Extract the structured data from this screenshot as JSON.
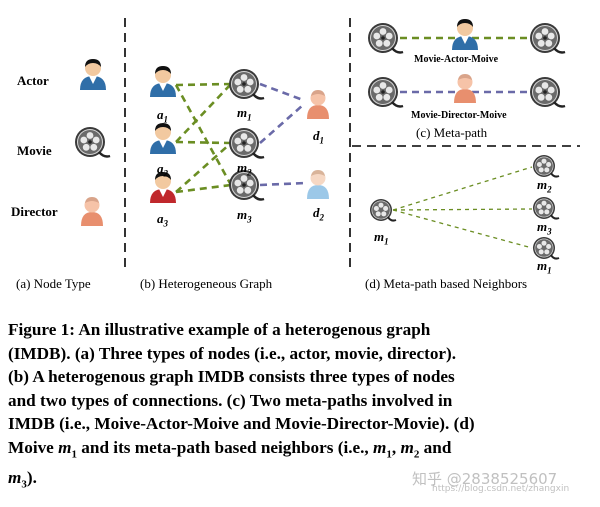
{
  "panels": {
    "a": {
      "caption": "(a) Node Type",
      "types": [
        "Actor",
        "Movie",
        "Director"
      ]
    },
    "b": {
      "caption": "(b) Heterogeneous Graph",
      "actors": [
        "a1",
        "a2",
        "a3"
      ],
      "movies": [
        "m1",
        "m2",
        "m3"
      ],
      "directors": [
        "d1",
        "d2"
      ]
    },
    "c": {
      "caption": "(c) Meta-path",
      "paths": [
        "Movie-Actor-Moive",
        "Movie-Director-Moive"
      ]
    },
    "d": {
      "caption": "(d) Meta-path based Neighbors",
      "center": "m1",
      "neighbors": [
        "m2",
        "m3",
        "m1"
      ]
    }
  },
  "caption": {
    "line1": "Figure 1: An illustrative example of a heterogenous graph",
    "line2": "(IMDB). (a) Three types of nodes (i.e., actor, movie, director).",
    "line3": "(b) A heterogenous graph IMDB consists three types of nodes",
    "line4": "and two types of connections. (c) Two meta-paths involved in",
    "line5": "IMDB (i.e., Moive-Actor-Moive and Movie-Director-Movie). (d)",
    "line6_a": "Moive ",
    "line6_m1": "m",
    "line6_s1": "1",
    "line6_b": " and its meta-path based neighbors (i.e., ",
    "line6_m2": "m",
    "line6_s2": "1",
    "line6_c": ", ",
    "line6_m3": "m",
    "line6_s3": "2",
    "line6_d": " and",
    "line7_m": "m",
    "line7_s": "3",
    "line7_e": ")."
  },
  "watermark": {
    "text": "知乎 @2838525607",
    "url": "https://blog.csdn.net/zhangxin"
  },
  "colors": {
    "actor_edge": "#6b8e23",
    "director_edge": "#6a6aa8",
    "actor_shirt": "#2f6ea8",
    "actor_red": "#c0282c",
    "director_skin": "#f0a080",
    "director_blue": "#9cc8e8",
    "reel": "#555555"
  }
}
